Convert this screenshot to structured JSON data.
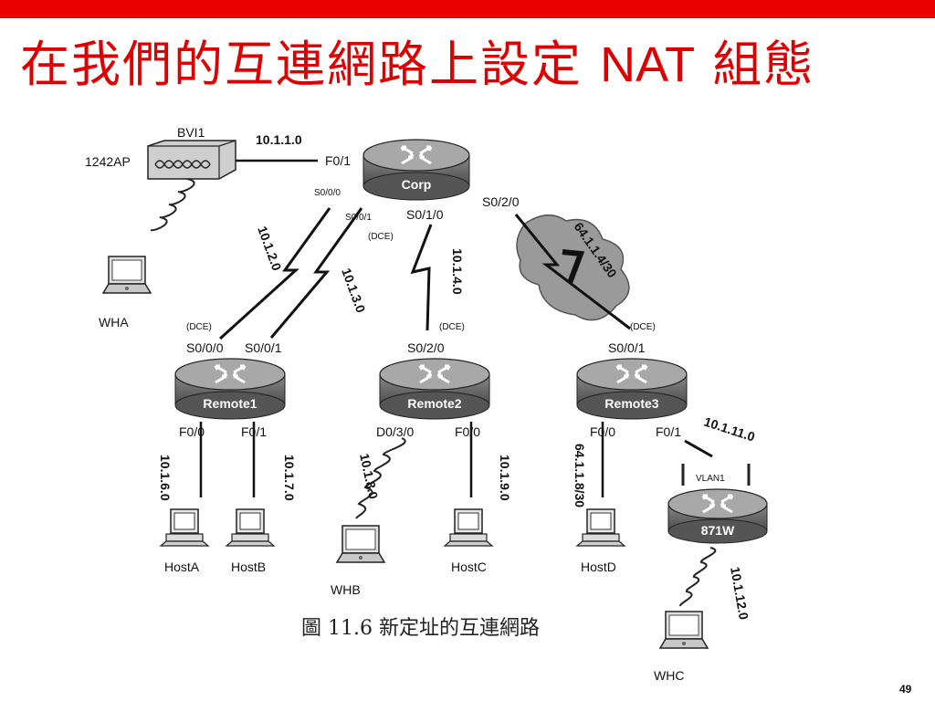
{
  "slide": {
    "title_cjk_1": "在我們的互連網路上設定",
    "title_latin": "NAT",
    "title_cjk_2": "組態",
    "caption": "圖 11.6 新定址的互連網路",
    "page_number": "49",
    "accent_color": "#ee0000",
    "title_color": "#dd0000"
  },
  "diagram": {
    "routers": {
      "corp": "Corp",
      "remote1": "Remote1",
      "remote2": "Remote2",
      "remote3": "Remote3",
      "r871w": "871W"
    },
    "access_point": {
      "bvi": "BVI1",
      "name": "1242AP"
    },
    "hosts": {
      "wha": "WHA",
      "hosta": "HostA",
      "hostb": "HostB",
      "whb": "WHB",
      "hostc": "HostC",
      "hostd": "HostD",
      "whc": "WHC"
    },
    "interfaces": {
      "corp_f01": "F0/1",
      "corp_s000": "S0/0/0",
      "corp_s001": "S0/0/1",
      "corp_s010": "S0/1/0",
      "corp_s020": "S0/2/0",
      "corp_dce": "(DCE)",
      "r1_s000": "S0/0/0",
      "r1_s001": "S0/0/1",
      "r1_dce": "(DCE)",
      "r1_f00": "F0/0",
      "r1_f01": "F0/1",
      "r2_s020": "S0/2/0",
      "r2_dce": "(DCE)",
      "r2_d030": "D0/3/0",
      "r2_f00": "F0/0",
      "r3_s001": "S0/0/1",
      "r3_dce": "(DCE)",
      "r3_f00": "F0/0",
      "r3_f01": "F0/1",
      "vlan": "VLAN1"
    },
    "networks": {
      "n_10_1_1": "10.1.1.0",
      "n_10_1_2": "10.1.2.0",
      "n_10_1_3": "10.1.3.0",
      "n_10_1_4": "10.1.4.0",
      "n_64_wan": "64.1.1.4/30",
      "n_10_1_6": "10.1.6.0",
      "n_10_1_7": "10.1.7.0",
      "n_10_1_8": "10.1.8.0",
      "n_10_1_9": "10.1.9.0",
      "n_64_lan": "64.1.1.8/30",
      "n_10_1_11": "10.1.11.0",
      "n_10_1_12": "10.1.12.0"
    }
  }
}
